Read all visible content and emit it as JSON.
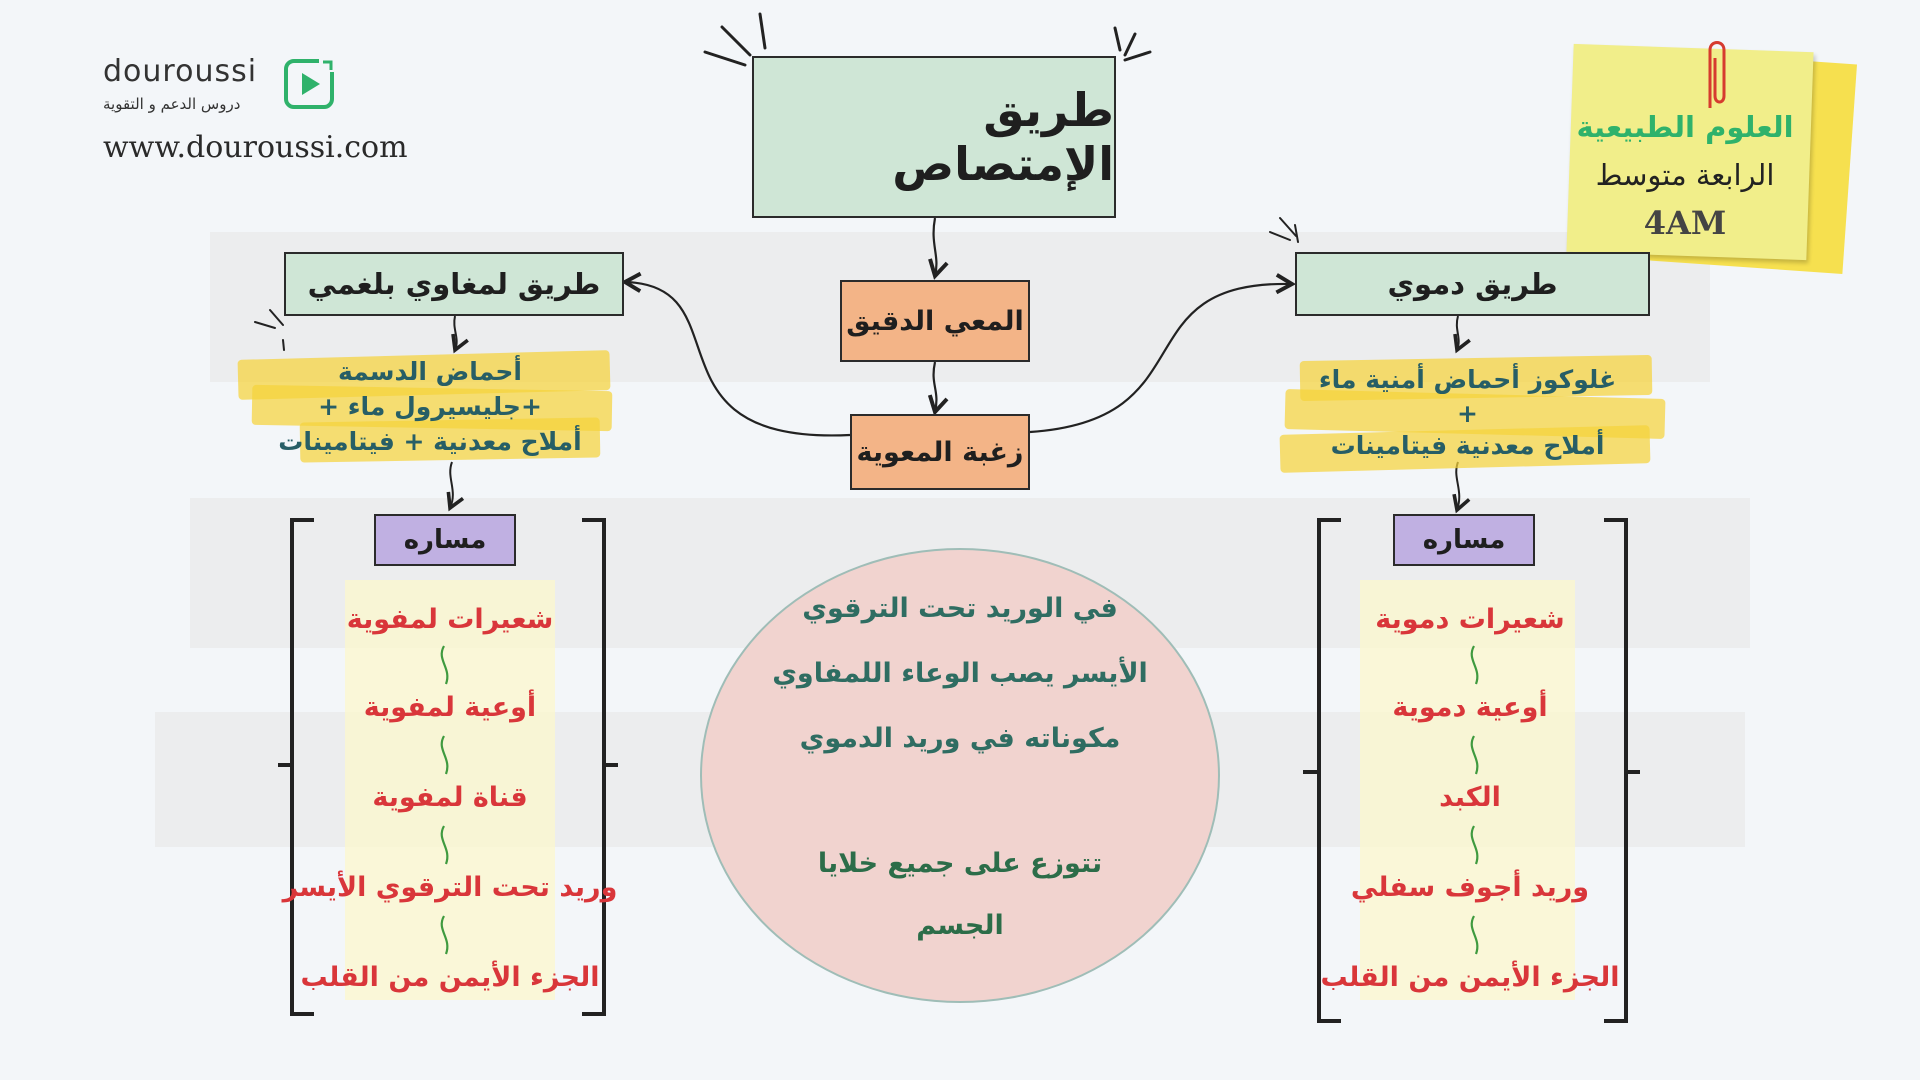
{
  "brand": {
    "name": "douroussi",
    "tagline": "دروس الدعم و التقوية",
    "url": "www.douroussi.com",
    "icon": "play-icon",
    "accent": "#2fb26b"
  },
  "sticky_note": {
    "subject": "العلوم الطبيعية",
    "level": "الرابعة متوسط",
    "code": "4AM",
    "icon": "paperclip-icon",
    "colors": {
      "note": "#f1ed88",
      "subject": "#2fb26b"
    }
  },
  "title": "طريق الإمتصاص",
  "center": {
    "intestine": "المعي الدقيق",
    "villi": "زغبة المعوية",
    "circle_lines": [
      "في الوريد تحت الترقوي",
      "الأيسر يصب الوعاء اللمفاوي",
      "مكوناته في وريد الدموي"
    ],
    "circle_result": [
      "تتوزع على جميع خلايا",
      "الجسم"
    ]
  },
  "lymph": {
    "header": "طريق لمغاوي بلغمي",
    "nutrients": [
      "أحماض الدسمة",
      "+جليسيرول ماء +",
      "أملاح معدنية + فيتامينات"
    ],
    "path_label": "مساره",
    "steps": [
      "شعيرات لمفوية",
      "أوعية لمفوية",
      "قناة لمفوية",
      "وريد تحت الترقوي الأيسر",
      "الجزء الأيمن من القلب"
    ]
  },
  "blood": {
    "header": "طريق دموي",
    "nutrients": [
      "غلوكوز أحماض أمنية ماء",
      "+",
      "أملاح معدنية فيتامينات"
    ],
    "path_label": "مساره",
    "steps": [
      "شعيرات دموية",
      "أوعية دموية",
      "الكبد",
      "وريد أجوف سفلي",
      "الجزء الأيمن من القلب"
    ]
  },
  "colors": {
    "green_box": "#cfe6d6",
    "orange_box": "#f3b487",
    "purple_box": "#c0b0e2",
    "step_text": "#d9363a",
    "step_arrow": "#3f9a3f",
    "result_arrow": "#8e3fb0"
  }
}
